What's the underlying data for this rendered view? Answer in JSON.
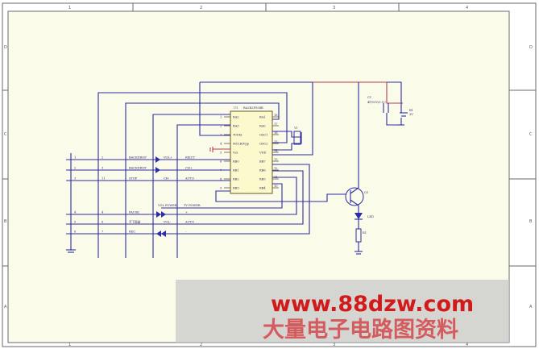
{
  "zones": {
    "top": [
      "1",
      "2",
      "3",
      "4"
    ],
    "side": [
      "D",
      "C",
      "B",
      "A"
    ]
  },
  "ic": {
    "ref": "U1",
    "part": "BA2R2FS04B",
    "left_pins": [
      "RA2",
      "RA3",
      "T0CKI",
      "MCLR/Vpp",
      "Vss",
      "RB0",
      "RB1",
      "RB2",
      "RB3"
    ],
    "left_nums": [
      "1",
      "2",
      "3",
      "4",
      "5",
      "6",
      "7",
      "8",
      "9"
    ],
    "right_pins": [
      "RA1",
      "RA0",
      "OSC1",
      "OSC2",
      "VDD",
      "RB7",
      "RB6",
      "RB5",
      "RB4"
    ],
    "right_nums": [
      "18",
      "17",
      "16",
      "15",
      "14",
      "13",
      "12",
      "11",
      "10"
    ]
  },
  "connector": {
    "rows": [
      {
        "a": "1",
        "b": "2",
        "net": "BACKDROP",
        "comp": "VOL+",
        "func": "RIECT"
      },
      {
        "a": "2",
        "b": "3",
        "net": "BACKDROP",
        "comp": "",
        "func": "CH+"
      },
      {
        "a": "3",
        "b": "11",
        "net": "STOP",
        "comp": "CH-",
        "func": "AUTO"
      },
      {
        "a": "4",
        "b": "4",
        "net": "PAUSE",
        "comp": "",
        "func": "+"
      },
      {
        "a": "5",
        "b": "6",
        "net": "不下面量",
        "comp": "VOL-",
        "func": "AUTO"
      },
      {
        "a": "6",
        "b": "7",
        "net": "REC",
        "comp": "",
        "func": "-"
      }
    ],
    "power_label": "VOL POWER",
    "power_label2": "TV POWER"
  },
  "parts": {
    "cap_ref": "C1",
    "cap_val": "4P/10V/0.1U",
    "xtal_ref": "Y1",
    "batt_ref": "B1",
    "batt_val": "3V",
    "transistor_ref": "Q1",
    "led_ref": "LED",
    "res_ref": "R1"
  },
  "watermark": {
    "url": "www.88dzw.com",
    "cn": "大量电子电路图资料"
  },
  "colors": {
    "wire": "#2c2ca8",
    "ic_fill": "#fbfacc",
    "background": "#fbfbe9",
    "watermark": "#d11a1a",
    "watermark_band": "#c8c8c8"
  }
}
